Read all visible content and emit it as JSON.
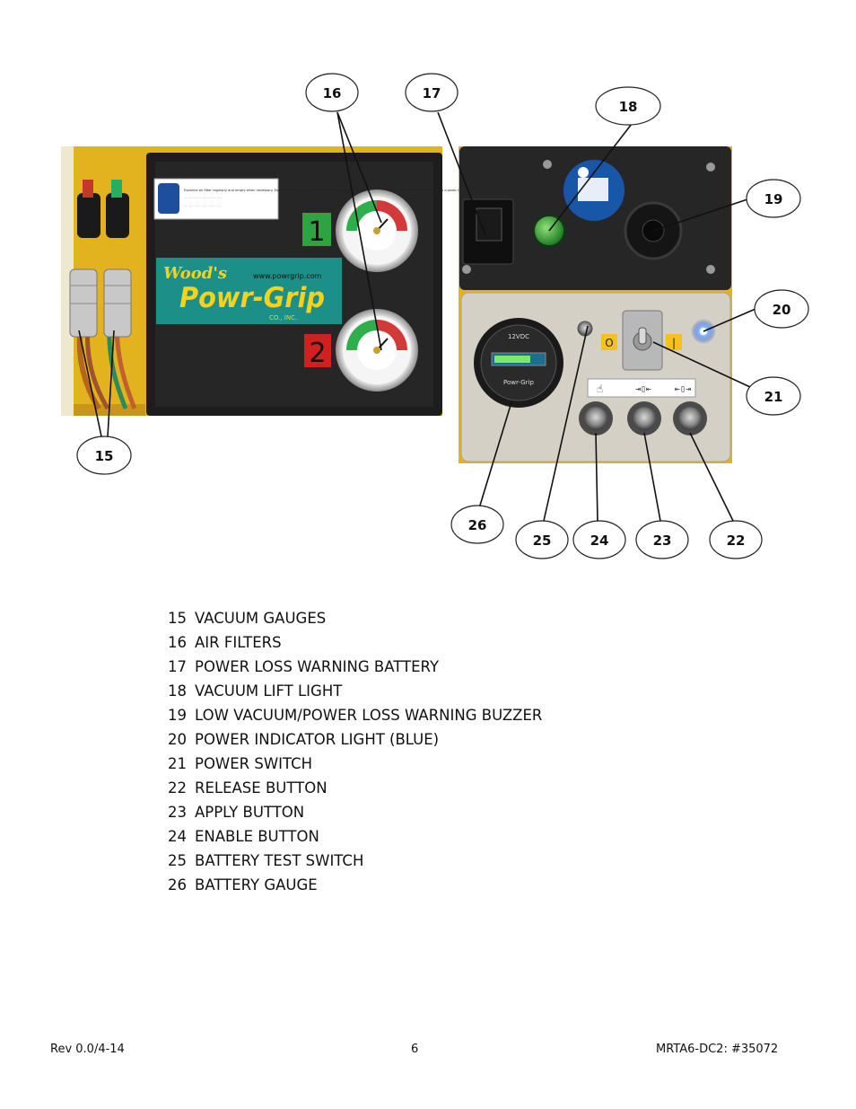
{
  "photo_left": {
    "manual_sticker_text": "Examine air filter regularly and empty when necessary. Examine regulierement le filtre a air et videz-le quand necessaire. Examinar los filtros de aire y vaciarlos cuando sea necesario. Überprüfen Sie den Luftfilter regelmäßig und leeren Sie diesen wenn notwendig.",
    "brand_line1": "Wood's",
    "brand_line2": "Powr-Grip",
    "brand_sub": "CO., INC.",
    "brand_url": "www.powrgrip.com",
    "gauge1_label": "1",
    "gauge2_label": "2"
  },
  "photo_right": {
    "battery_gauge_voltage": "12VDC",
    "battery_gauge_brand": "Powr-Grip",
    "switch_off_symbol": "O",
    "switch_on_symbol": "|"
  },
  "callouts": [
    "16",
    "17",
    "18",
    "19",
    "20",
    "21",
    "15",
    "26",
    "25",
    "24",
    "23",
    "22"
  ],
  "legend": [
    {
      "num": "15",
      "label": "VACUUM GAUGES"
    },
    {
      "num": "16",
      "label": "AIR FILTERS"
    },
    {
      "num": "17",
      "label": "POWER LOSS WARNING BATTERY"
    },
    {
      "num": "18",
      "label": "VACUUM LIFT LIGHT"
    },
    {
      "num": "19",
      "label": "LOW VACUUM/POWER LOSS WARNING BUZZER"
    },
    {
      "num": "20",
      "label": "POWER INDICATOR LIGHT (BLUE)"
    },
    {
      "num": "21",
      "label": "POWER SWITCH"
    },
    {
      "num": "22",
      "label": "RELEASE BUTTON"
    },
    {
      "num": "23",
      "label": "APPLY BUTTON"
    },
    {
      "num": "24",
      "label": "ENABLE BUTTON"
    },
    {
      "num": "25",
      "label": "BATTERY TEST SWITCH"
    },
    {
      "num": "26",
      "label": "BATTERY GAUGE"
    }
  ],
  "footer": {
    "revision": "Rev 0.0/4-14",
    "page_number": "6",
    "document_id": "MRTA6-DC2: #35072"
  }
}
